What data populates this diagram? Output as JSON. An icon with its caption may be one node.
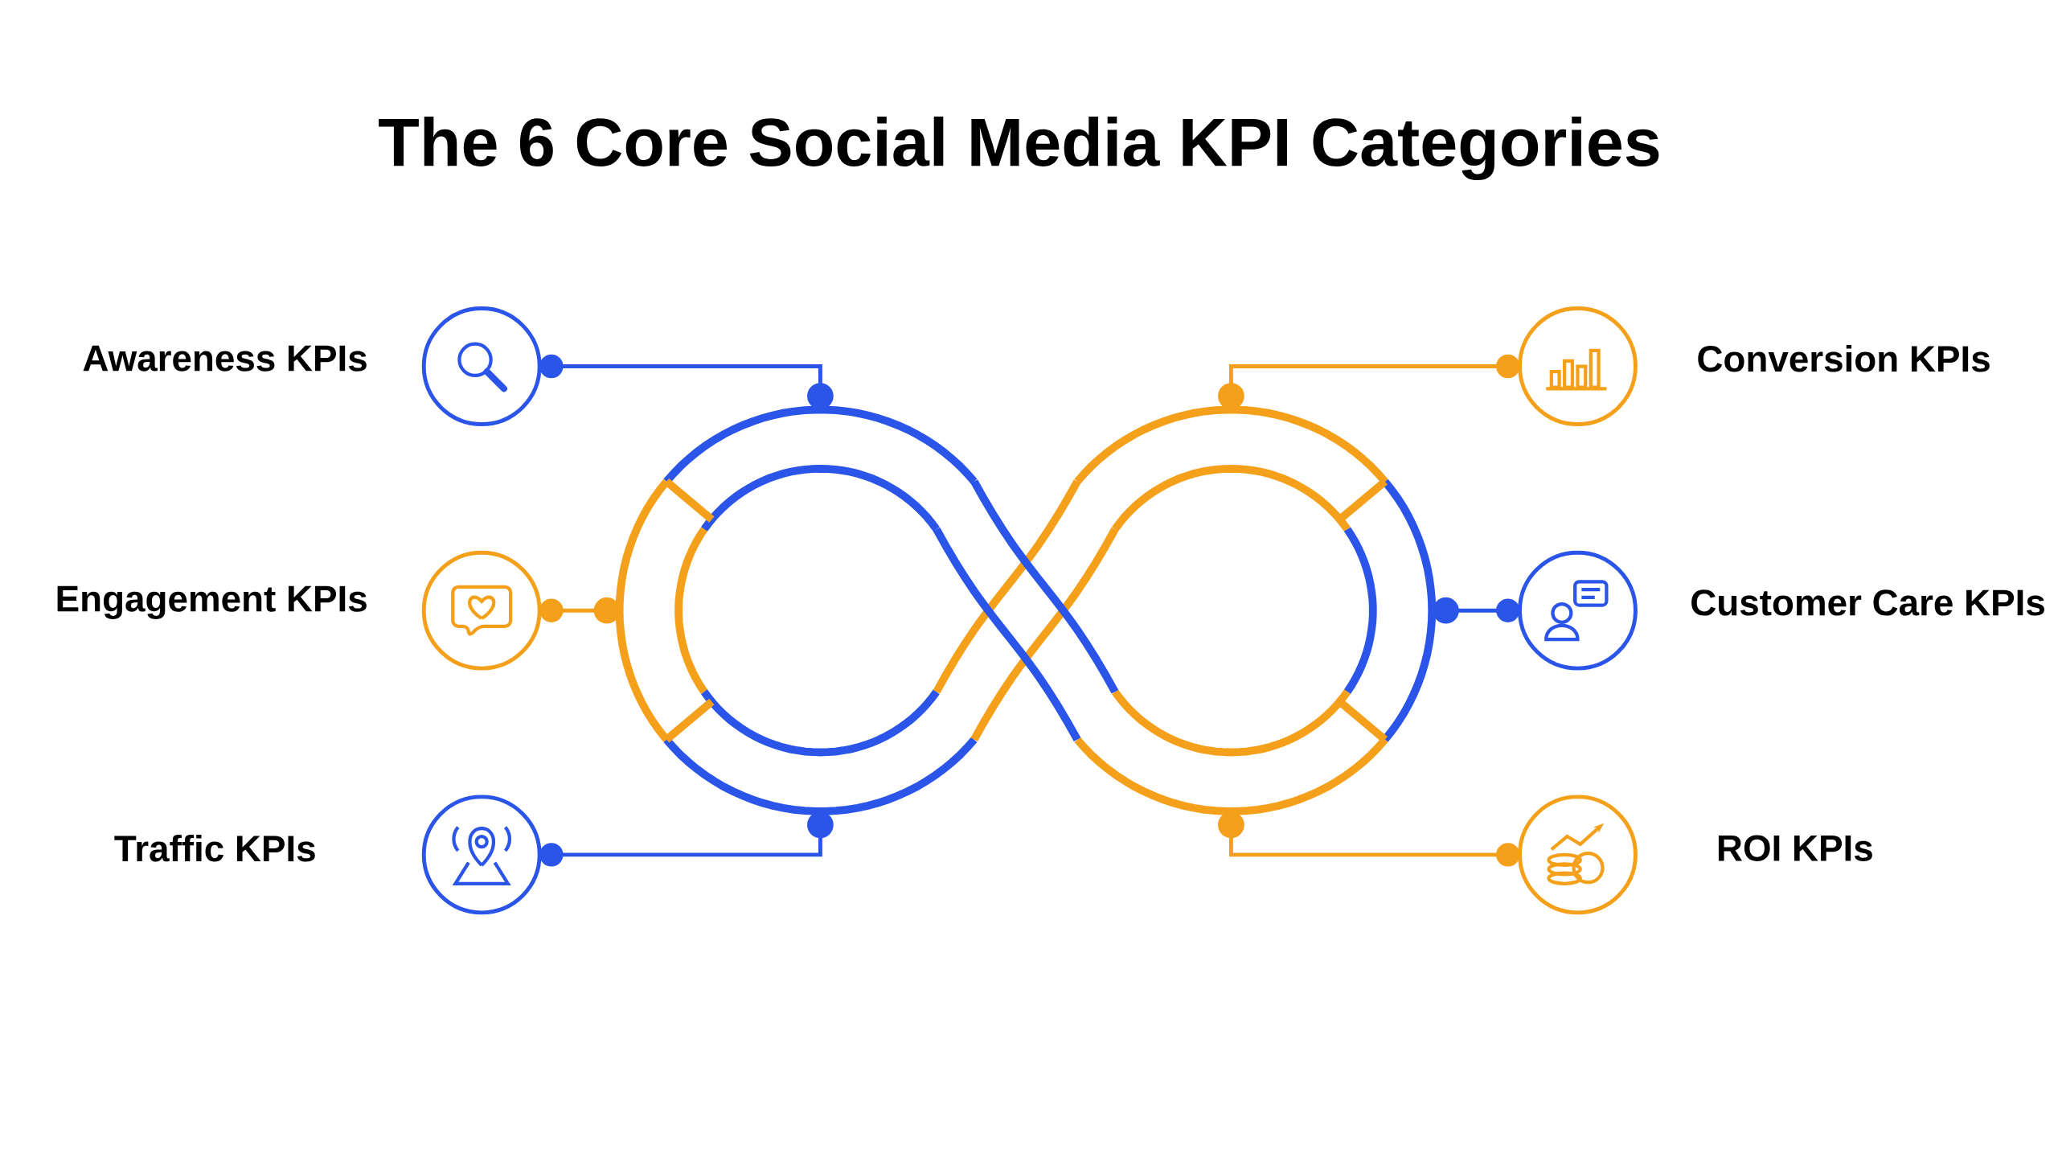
{
  "diagram": {
    "title": "The 6 Core Social Media KPI Categories",
    "nodes": [
      {
        "text": [],
        "shape": "circle",
        "beside": [
          "Awareness KPIs"
        ]
      },
      {
        "text": [],
        "shape": "circle",
        "beside": [
          "Conversion KPIs"
        ]
      },
      {
        "text": [],
        "shape": "circle",
        "beside": [
          "Engagement KPIs"
        ]
      },
      {
        "text": [],
        "shape": "circle",
        "beside": [
          "Customer Care KPIs"
        ]
      },
      {
        "text": [],
        "shape": "circle",
        "beside": [
          "Traffic KPIs"
        ]
      },
      {
        "text": [],
        "shape": "circle",
        "beside": [
          "ROI KPIs"
        ]
      },
      {
        "text": [],
        "shape": "loop"
      }
    ],
    "edges": [
      {
        "from": 0,
        "to": 6,
        "arrow": "other",
        "color": "#2b55e8"
      },
      {
        "from": 1,
        "to": 6,
        "arrow": "other",
        "color": "#f5a01a"
      },
      {
        "from": 2,
        "to": 6,
        "arrow": "other",
        "color": "#f5a01a"
      },
      {
        "from": 3,
        "to": 6,
        "arrow": "other",
        "color": "#2b55e8"
      },
      {
        "from": 4,
        "to": 6,
        "arrow": "other",
        "color": "#2b55e8"
      },
      {
        "from": 5,
        "to": 6,
        "arrow": "other",
        "color": "#f5a01a"
      }
    ]
  }
}
